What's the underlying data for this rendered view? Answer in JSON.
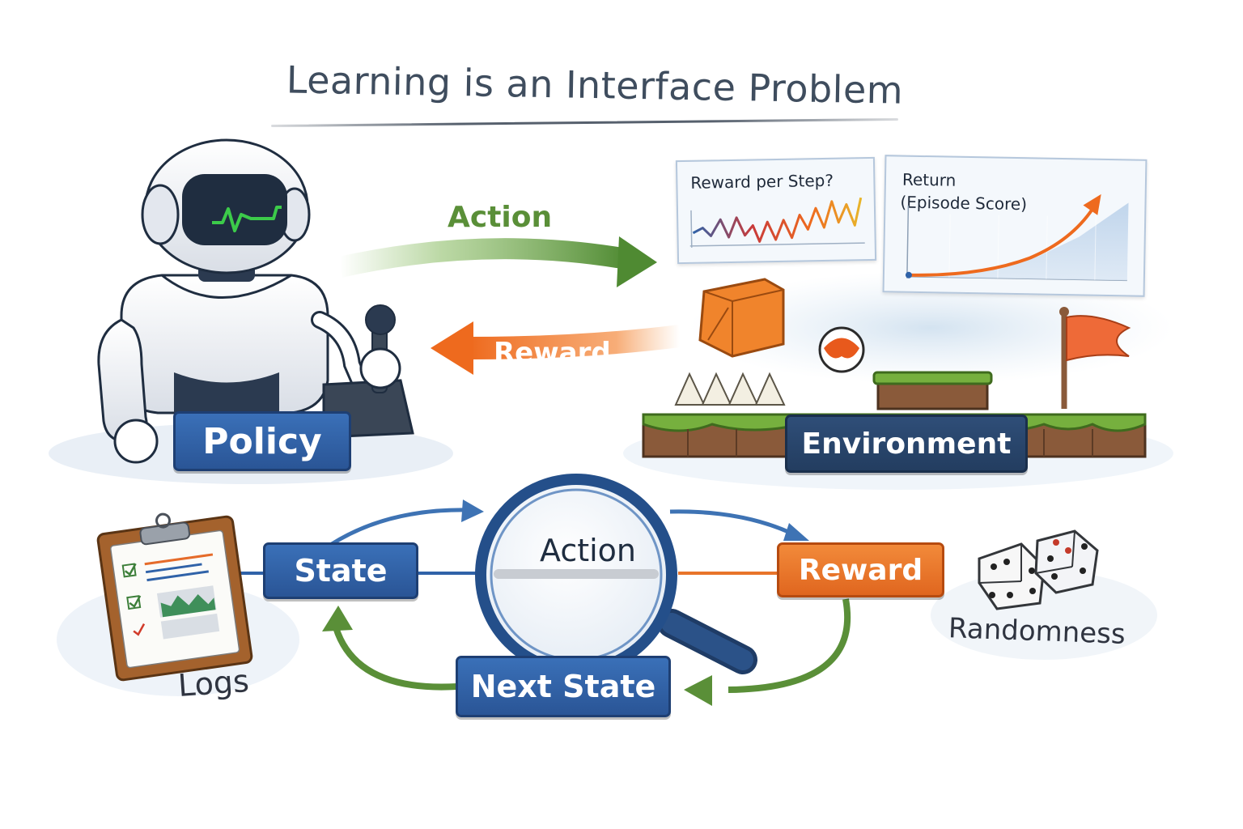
{
  "title": "Learning is an Interface Problem",
  "top": {
    "action_label": "Action",
    "reward_label": "Reward",
    "policy_label": "Policy",
    "environment_label": "Environment"
  },
  "charts": {
    "reward_per_step_title": "Reward per Step?",
    "return_title_line1": "Return",
    "return_title_line2": "(Episode Score)"
  },
  "bottom": {
    "state_label": "State",
    "action_label": "Action",
    "reward_label": "Reward",
    "next_state_label": "Next State",
    "logs_label": "Logs",
    "randomness_label": "Randomness"
  },
  "colors": {
    "blue_box": "#2f62a8",
    "navy_box": "#2a4670",
    "orange_box": "#e8742a",
    "green_arrow": "#5a8f38",
    "orange_arrow": "#ee6d22",
    "title_text": "#3f4d5e"
  }
}
